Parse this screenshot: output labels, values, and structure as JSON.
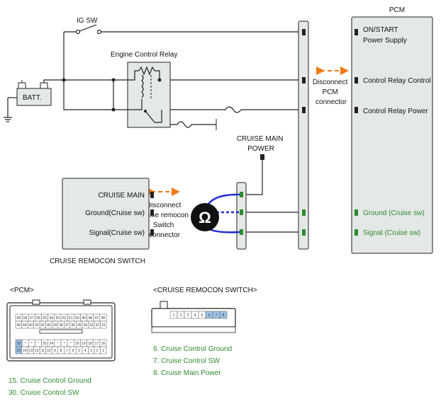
{
  "ig_sw": "IG SW",
  "batt": "BATT.",
  "relay_title": "Engine Control Relay",
  "pcm": {
    "title": "PCM",
    "pins": {
      "on_start_1": "ON/START",
      "on_start_2": "Power Supply",
      "relay_control": "Control Relay Control",
      "relay_power": "Control Relay Power",
      "ground": "Ground (Cruise sw)",
      "signal": "Signal (Cruise sw)"
    }
  },
  "disconnect_pcm": [
    "Disconnect",
    "PCM",
    "connector"
  ],
  "cruise_main_power": [
    "CRUISE MAIN",
    "POWER"
  ],
  "remocon": {
    "pins": {
      "main": "CRUISE MAIN",
      "ground": "Ground(Cruise sw)",
      "signal": "Signal(Cruise sw)"
    },
    "caption": "CRUISE REMOCON SWITCH"
  },
  "disconnect_remocon": [
    "Disconnect",
    "Cruise remocon",
    "Switch",
    "connector"
  ],
  "ohm_symbol": "Ω",
  "pcm_connector_label": "<PCM>",
  "remocon_connector_label": "<CRUISE REMOCON SWITCH>",
  "pcm_connector_rows": [
    [
      "60",
      "58",
      "57",
      "56",
      "55",
      "54",
      "53",
      "52",
      "51",
      "50",
      "49",
      "48",
      "47",
      "46"
    ],
    [
      "45",
      "44",
      "43",
      "42",
      "41",
      "40",
      "39",
      "38",
      "37",
      "36",
      "35",
      "34",
      "33",
      "32",
      "31"
    ],
    [
      "30",
      "*",
      "*",
      "*",
      "25",
      "24",
      "*",
      "*",
      "*",
      "20",
      "19",
      "18",
      "17",
      "16"
    ],
    [
      "15",
      "14",
      "13",
      "12",
      "11",
      "10",
      "9",
      "8",
      "7",
      "6",
      "5",
      "4",
      "3",
      "2",
      "1"
    ]
  ],
  "remocon_connector_cells": [
    "1",
    "2",
    "3",
    "4",
    "5",
    "6",
    "7",
    "8"
  ],
  "remocon_pin_notes": [
    "6. Cruise Control Ground",
    "7. Cruise Control SW",
    "8. Cruise Main Power"
  ],
  "pcm_pin_notes": [
    "15. Cruise Control Ground",
    "30. Cruise Control SW"
  ],
  "colors": {
    "wire": "#222222",
    "blue_wire": "#1f2bd6",
    "green_text": "#2f8a2f",
    "box_fill": "#e4e8e6",
    "connector_pin_green": "#2e8b2e",
    "orange_arrow": "#f07a10",
    "highlight_cell": "#9fc3e6"
  },
  "icons": [
    "ohmmeter-icon",
    "double-arrow-icon",
    "ground-icon",
    "fuse-icon"
  ]
}
